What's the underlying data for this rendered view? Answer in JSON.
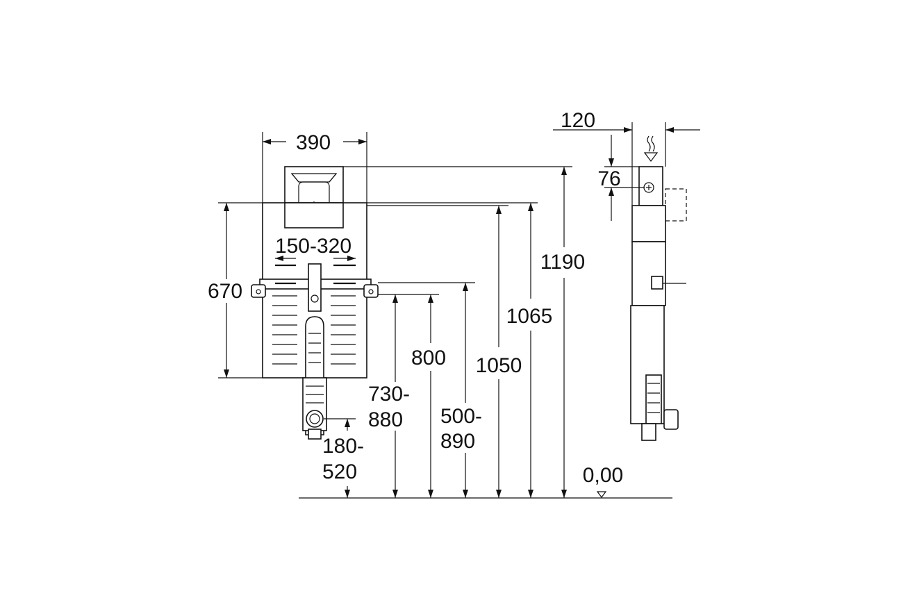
{
  "dimensions": {
    "width_top": "390",
    "height_frame": "670",
    "bracket_range": "150-320",
    "drain_range_1": "180-",
    "drain_range_2": "520",
    "range_a_1": "730-",
    "range_a_2": "880",
    "h800": "800",
    "range_b_1": "500-",
    "range_b_2": "890",
    "h1050": "1050",
    "h1065": "1065",
    "h1190": "1190",
    "depth": "120",
    "h76": "76",
    "floor": "0,00"
  }
}
